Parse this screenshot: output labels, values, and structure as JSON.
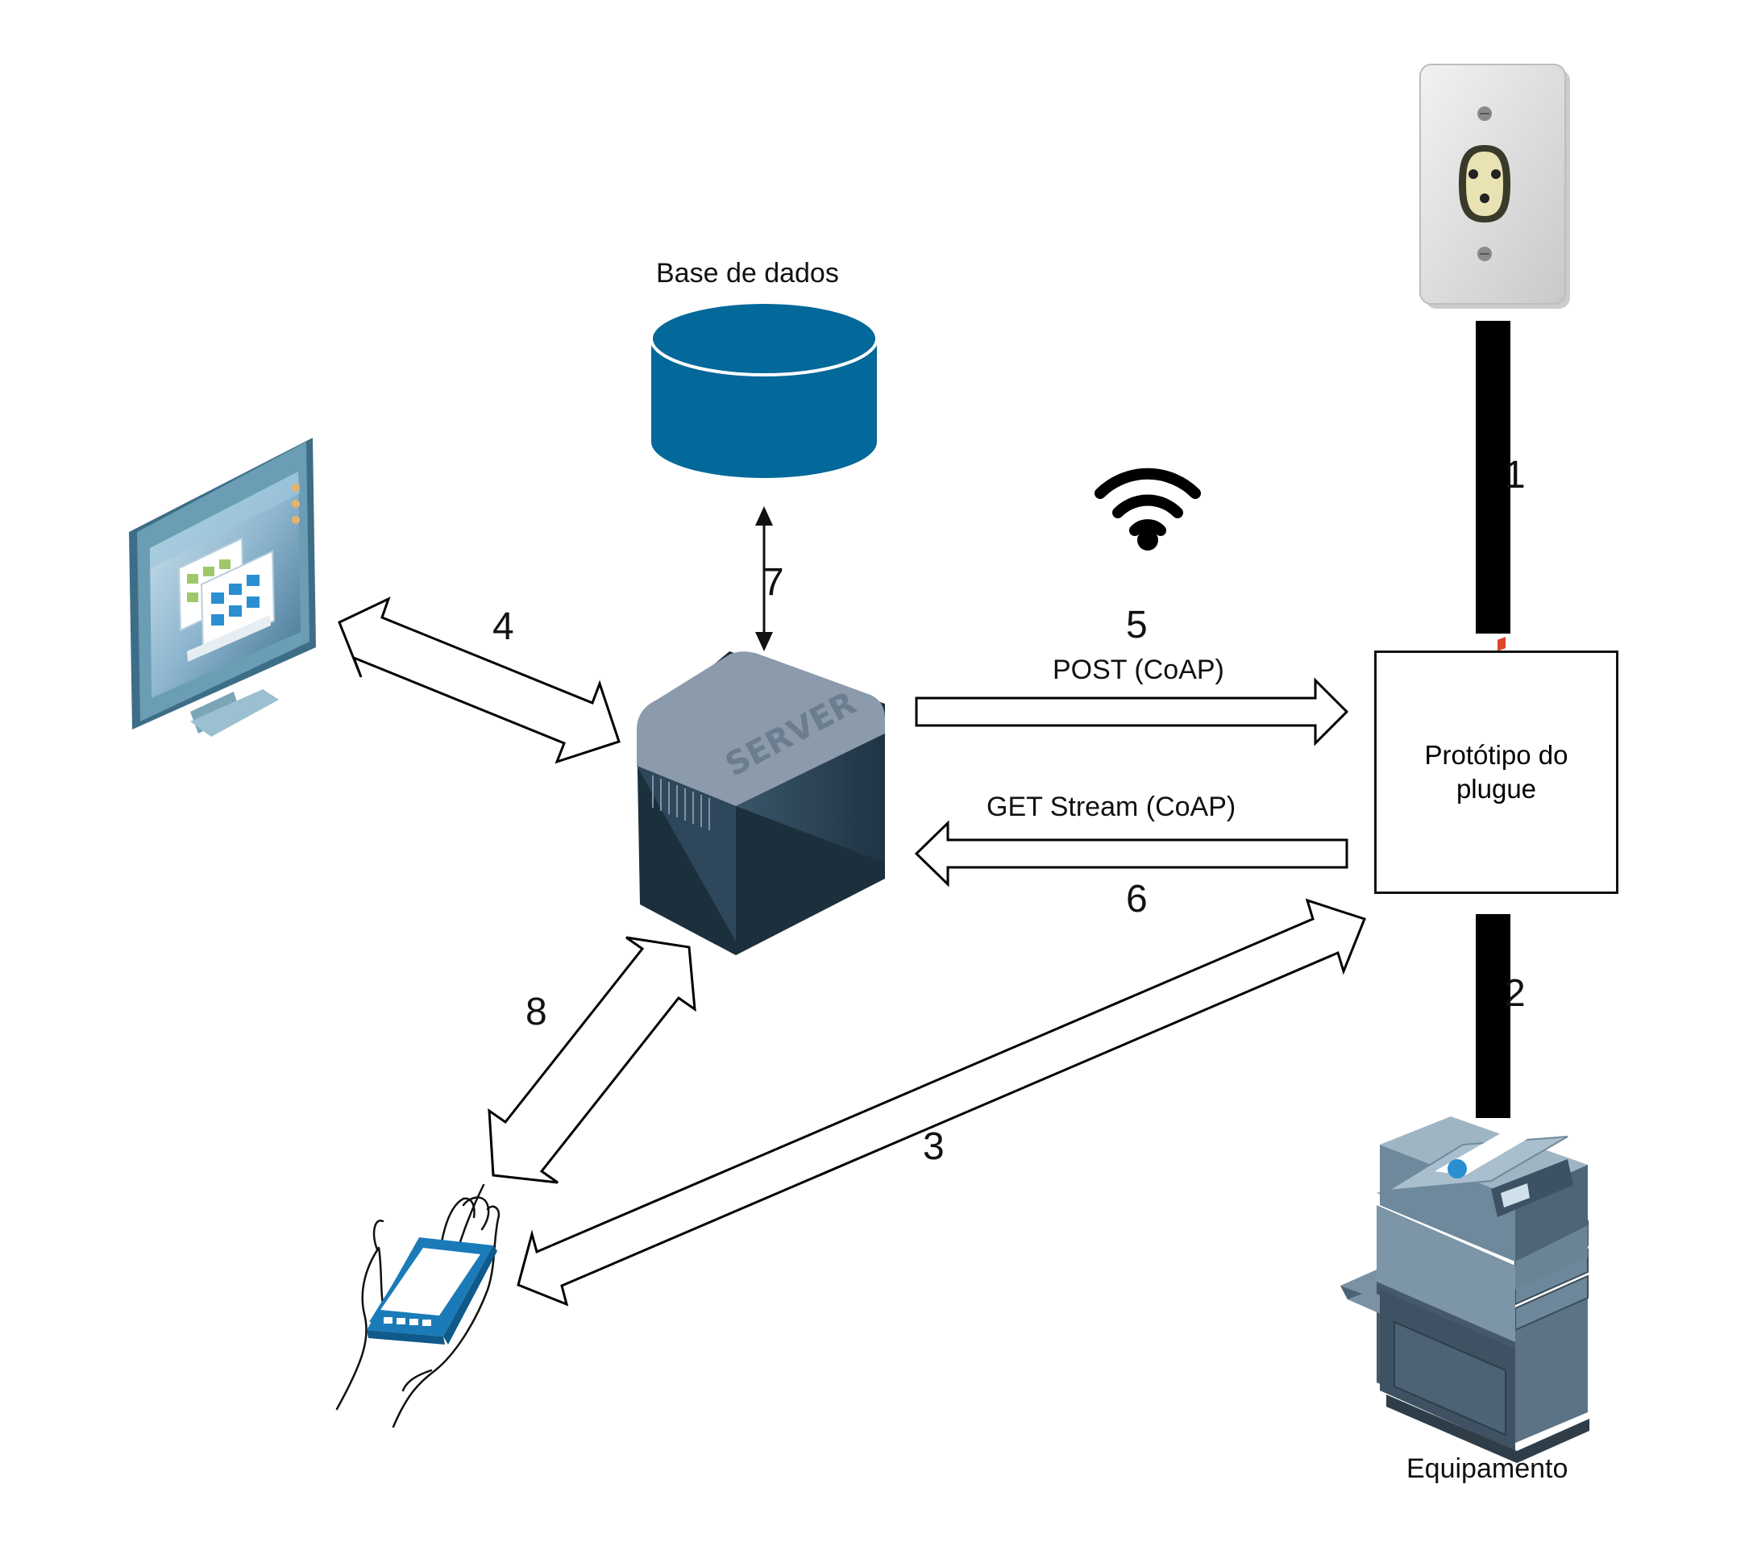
{
  "labels": {
    "database": "Base de dados",
    "prototype": "Protótipo do plugue",
    "equipment": "Equipamento",
    "post": "POST (CoAP)",
    "get_stream": "GET Stream (CoAP)",
    "server_text": "SERVER"
  },
  "steps": {
    "s1": "1",
    "s2": "2",
    "s3": "3",
    "s4": "4",
    "s5": "5",
    "s6": "6",
    "s7": "7",
    "s8": "8"
  },
  "icons": {
    "outlet": "wall-outlet-icon",
    "database": "database-cylinder-icon",
    "wifi": "wifi-icon",
    "monitor": "desktop-monitor-icon",
    "server": "server-icon",
    "phone": "hand-smartphone-icon",
    "printer": "printer-copier-icon"
  },
  "colors": {
    "database_fill": "#03689a",
    "server_top": "#8294a6",
    "server_body": "#2f4659",
    "phone_blue": "#1a7bb8",
    "monitor_frame": "#5f8ea3",
    "printer_body": "#5a7183"
  }
}
